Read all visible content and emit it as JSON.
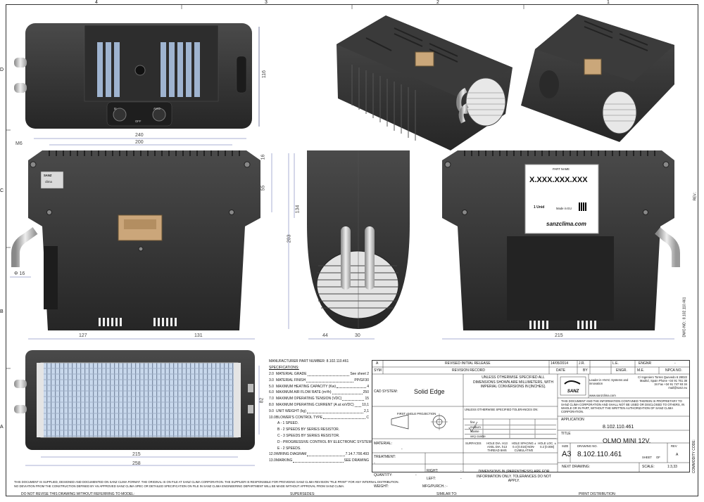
{
  "zones": {
    "cols": [
      "4",
      "3",
      "2",
      "1"
    ],
    "rows": [
      "D",
      "C",
      "B",
      "A"
    ]
  },
  "dims": {
    "d116": "116",
    "d240": "240",
    "d200": "200",
    "m6": "M6",
    "d16": "16",
    "d55": "55",
    "d134": "134",
    "d203": "203",
    "phi16": "Φ 16",
    "d127": "127",
    "d131": "131",
    "d44": "44",
    "d30": "30",
    "d215a": "215",
    "d82": "82",
    "d215b": "215",
    "d258": "258"
  },
  "label": {
    "part_name": "PART NAME",
    "part_no": "X.XXX.XXX.XXX",
    "qty": "1 Unid",
    "site": "sanzclima.com",
    "marks": "Made in EU"
  },
  "left_label": {
    "logo": "SANZ",
    "sub": "clima"
  },
  "fan_labels": {
    "l1": "III",
    "l2": "AVIO",
    "l3": "OFF"
  },
  "specs": {
    "mpn": "MANUFACTURER PART NUMBER: 8.102.110.461",
    "title": "SPECIFICATIONS:",
    "lines": [
      {
        "n": "2.0",
        "k": "MATERIAL GRADE",
        "v": "See sheet 2"
      },
      {
        "n": "3.0",
        "k": "MATERIAL FINISH",
        "v": "PP/GF30"
      },
      {
        "n": "5.0",
        "k": "MAXIMUM HEATING CAPACITY (Kw)",
        "v": "4"
      },
      {
        "n": "6.0",
        "k": "MAXIMUM AIR FLOW RATE (m³/h)",
        "v": "250"
      },
      {
        "n": "7.0",
        "k": "MAXIMUM OPERATING TENSION (VDC)",
        "v": "15"
      },
      {
        "n": "8.0",
        "k": "MAXIMUM OPERATING CURRENT (A at xxVDC)",
        "v": "10,1"
      },
      {
        "n": "9.0",
        "k": "UNIT WEIGHT (kg)",
        "v": "2,1"
      },
      {
        "n": "10.0",
        "k": "BLOWER'S CONTROL TYPE",
        "v": "C"
      }
    ],
    "ctrl": [
      "A - 1 SPEED.",
      "B - 2 SPEEDS BY SERIES RESISTOR.",
      "C - 3 SPEEDS BY SERIES RESISTOR.",
      "D - PROGRESSIVE CONTROL BY ELECTRONIC SYSTEM.",
      "E - 2 SPEEDS."
    ],
    "l12": {
      "n": "12.0",
      "k": "WIRING DIAGRAM",
      "v": "7.14.7.700.493"
    },
    "l13": {
      "n": "13.0",
      "k": "MARKING",
      "v": "SEE DRAWING"
    }
  },
  "tb": {
    "rev_a": "A",
    "rev_desc": "REVISED INITIAL RELEASE",
    "rev_date": "14/05/2014",
    "rev_by": "J.R.",
    "rev_le": "L.E.",
    "rev_dash": "-",
    "sym": "SYM",
    "rev_record": "REVISION RECORD",
    "date": "DATE",
    "by": "BY",
    "engr": "ENGR.",
    "me": "M.E.",
    "npca": "NPCA NO.",
    "engnr": "ENGNR",
    "engnr_dash": "-",
    "cad": "CAD SYSTEM:",
    "cad_val": "Solid Edge",
    "units": "UNLESS OTHERWISE SPECIFIED ALL DIMENSIONS SHOWN ARE MILLIMETERS, WITH IMPERIAL CONVERSIONS IN [INCHES].",
    "fap": "FIRST ANGLE PROJECTION",
    "tol_title": "UNLESS OTHERWISE SPECIFIED TOLERANCES ON:",
    "tol_rows": [
      "fine",
      "medium",
      "coarse",
      "very coarse"
    ],
    "surfaces": "SURFACES",
    "hole_dia": "HOLE DIA. H13 AXEL DIA. h13 THREAD 6H/6",
    "hole_spacing": "HOLE SPACING ± 0.4 [0.016] NON-CUMULATIVE",
    "hole_loc": "HOLE LOC. ± 0.2 [0.008]",
    "material": "MATERIAL:",
    "material_v": "-",
    "treatment": "TREATMENT:",
    "treatment_v": "-",
    "quantity": "QUANTITY:",
    "quantity_v": "-",
    "right": "RIGHT:",
    "right_v": "-",
    "left": "LEFT:",
    "left_v": "-",
    "weight": "WEIGHT:",
    "mfg": "MFG/PURCH.:",
    "mfg_v": "-",
    "dims_note": "DIMENSIONS IN (PARENTHESIS) ARE FOR INFORMATION ONLY. TOLERANCES DO NOT APPLY.",
    "company_tag": "Leader in HVAC Systems and innovation",
    "company_web": "www.sanzclima.com",
    "address": "C/ Ingeniero Torres Quevedo 6 28022 Madrid, Spain Phone +34 91 761 38 34 Fax +34 91 747 93 34 mail@sanz.eu",
    "prop": "THIS DOCUMENT AND THE INFORMATION CONTAINED THEREIN IS PROPRIETARY TO SANZ CLIMA CORPORATION AND SHALL NOT BE USED OR DISCLOSED TO OTHERS, IN WHOLE OR IN PART, WITHOUT THE WRITTEN AUTHORIZATION OF SANZ CLIMA CORPORATION.",
    "application": "APPLICATION",
    "app_v": "8.102.110.461",
    "title": "TITLE",
    "title_v": "OLMO MINI 12V.",
    "size": "SIZE",
    "size_v": "A3",
    "drawing_no": "DRAWING NO.",
    "drawing_no_v": "8.102.110.461",
    "rev": "REV",
    "rev_v": "A",
    "sheet": "SHEET",
    "sheet_v": "OF",
    "next": "NEXT DRAWING:",
    "scale": "SCALE:",
    "scale_v": "1:3,33"
  },
  "side": {
    "rev": "REV.:",
    "dwg": "DWG NO.: 8.102.110.461",
    "commodity": "COMMODITY CODE:"
  },
  "footer": {
    "notice": "THIS DOCUMENT IS SUPPLIED, DESIGNED AND DOCUMENTED ON SANZ CLIMA FORMAT. THE ORIGINAL IS ON FILE AT SANZ CLIMA CORPORATION. THE SUPPLIER IS RESPONSIBLE FOR PROVIDING SANZ CLIMA REVISION \"FILE PRINT\" FOR ANY INTERNAL DISTRIBUTION.",
    "notice2": "NO DEVIATION FROM THE CONSTRUCTION DEFINED BY AN APPROVED SANZ CLIMA SPEC OR DETAILED SPECIFICATION ON FILE IN SANZ CLIMA ENGINEERING DEPARTMENT WILL BE MADE WITHOUT APPROVAL FROM SANZ CLIMA.",
    "do_not": "DO NOT REVISE THIS DRAWING WITHOUT REFERRING TO MODEL:",
    "supersedes": "SUPERSEDES:",
    "similar": "SIMILAR TO:",
    "print": "PRINT DISTRIBUTION:"
  }
}
